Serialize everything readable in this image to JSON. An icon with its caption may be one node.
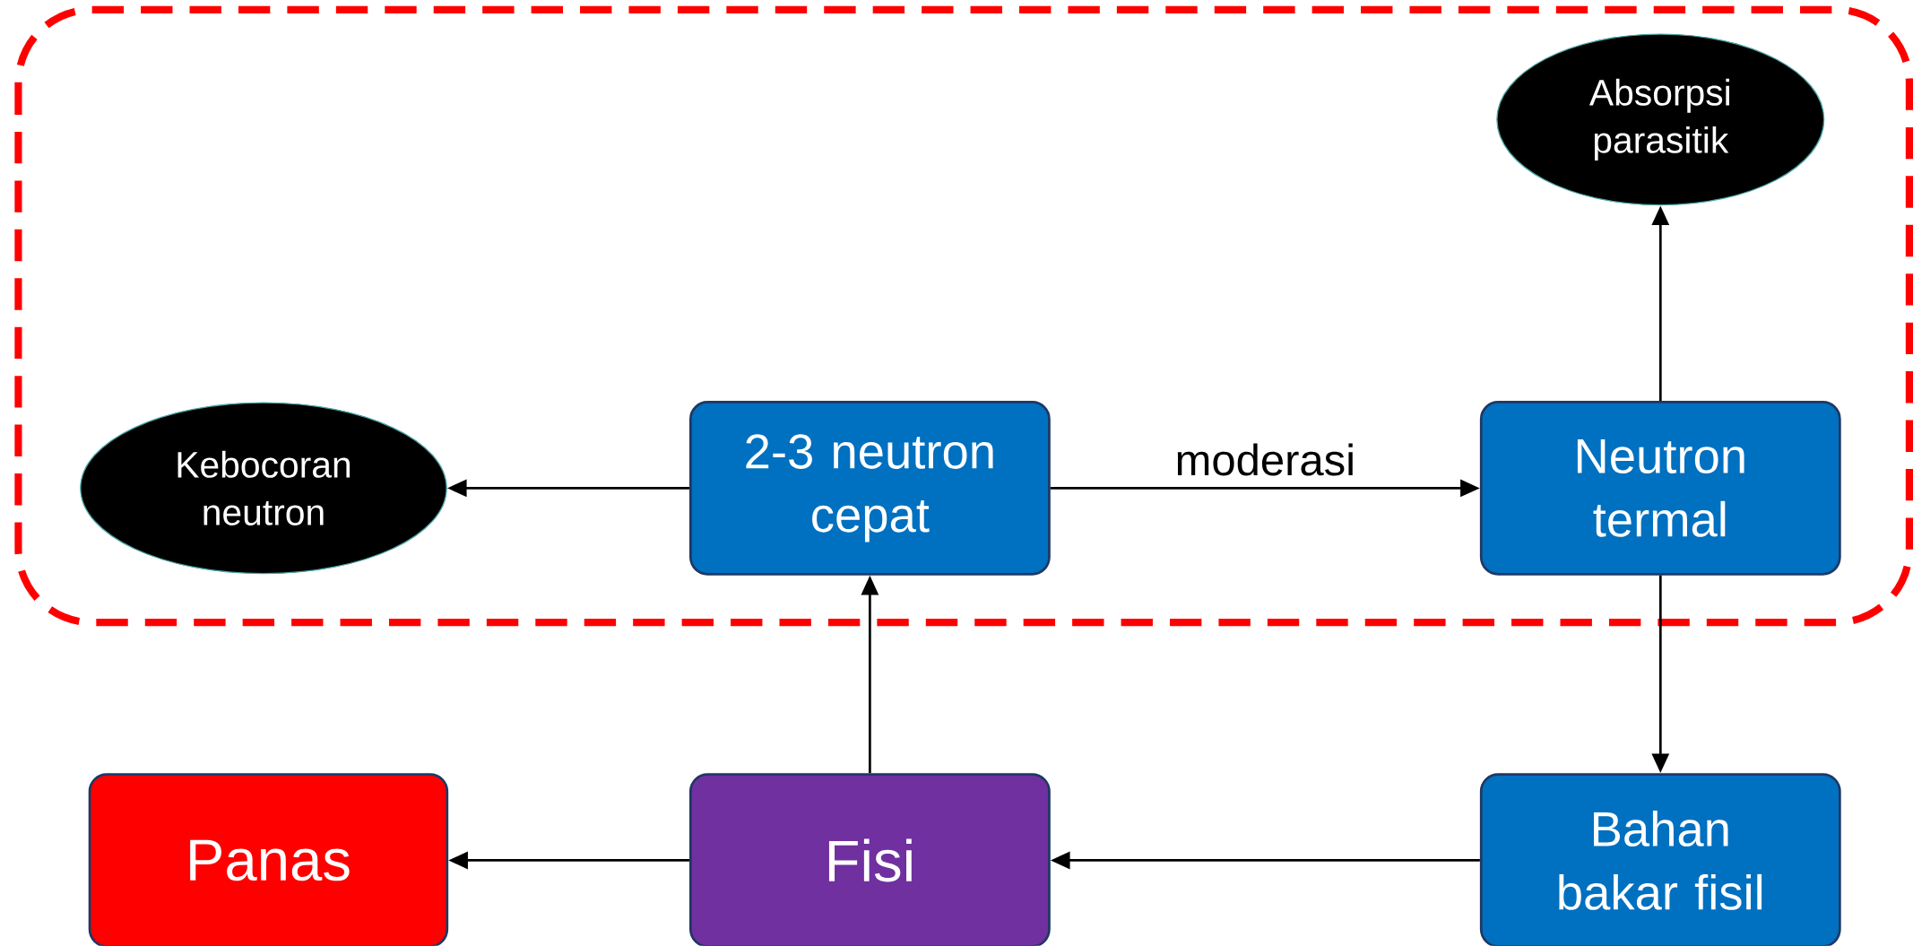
{
  "diagram": {
    "nodes": [
      {
        "text": [
          "Kebocoran neutron"
        ]
      },
      {
        "text": [
          "2-3 neutron cepat"
        ]
      },
      {
        "text": [
          "Neutron termal"
        ]
      },
      {
        "text": [
          "Absorpsi parasitik"
        ]
      },
      {
        "text": [
          "Panas"
        ]
      },
      {
        "text": [
          "Fisi"
        ]
      },
      {
        "text": [
          "Bahan bakar fisil"
        ]
      }
    ],
    "edges": [
      {
        "from": 1,
        "to": 0,
        "arrow": "to"
      },
      {
        "from": 1,
        "to": 2,
        "arrow": "to",
        "label": "moderasi"
      },
      {
        "from": 2,
        "to": 3,
        "arrow": "to"
      },
      {
        "from": 2,
        "to": 6,
        "arrow": "to"
      },
      {
        "from": 6,
        "to": 5,
        "arrow": "to"
      },
      {
        "from": 5,
        "to": 4,
        "arrow": "to"
      },
      {
        "from": 5,
        "to": 1,
        "arrow": "to"
      }
    ]
  }
}
